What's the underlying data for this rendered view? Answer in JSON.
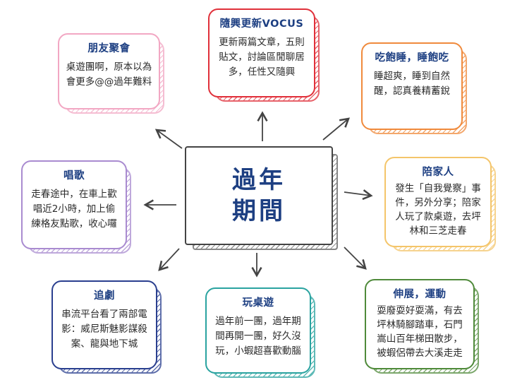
{
  "center": {
    "line1": "過年",
    "line2": "期間"
  },
  "boxes": [
    {
      "id": "friends",
      "title": "朋友聚會",
      "lines": [
        "桌遊團啊，原本以為",
        "會更多@@過年難料"
      ],
      "color": "#f2a7c3"
    },
    {
      "id": "update",
      "title": "隨興更新VOCUS",
      "lines": [
        "更新兩篇文章，五則",
        "貼文，討論區閒聊居",
        "多，任性又隨興"
      ],
      "color": "#e0303a"
    },
    {
      "id": "sleep",
      "title": "吃飽睡，睡飽吃",
      "lines": [
        "睡超爽，睡到自然",
        "醒，認真養精蓄銳"
      ],
      "color": "#f08a3c"
    },
    {
      "id": "sing",
      "title": "唱歌",
      "lines": [
        "走春途中，在車上歡",
        "唱近2小時，加上偷",
        "練格友點歌，收心囉"
      ],
      "color": "#a98bd0"
    },
    {
      "id": "family",
      "title": "陪家人",
      "lines": [
        "發生「自我覺察」事",
        "件，另外分享；陪家",
        "人玩了款桌遊，去坪",
        "林和三芝走春"
      ],
      "color": "#f4c56a"
    },
    {
      "id": "drama",
      "title": "追劇",
      "lines": [
        "串流平台看了兩部電",
        "影：威尼斯魅影謀殺",
        "案、龍與地下城"
      ],
      "color": "#2a3f8f"
    },
    {
      "id": "boardgame",
      "title": "玩桌遊",
      "lines": [
        "過年前一團，過年期",
        "間再開一團，好久沒",
        "玩，小蝦超喜歡動腦"
      ],
      "color": "#2aa3a0"
    },
    {
      "id": "exercise",
      "title": "伸展，運動",
      "lines": [
        "耍廢耍好耍滿，有去",
        "坪林騎腳踏車，石門",
        "嵩山百年梯田散步，",
        "被蝦侶帶去大溪走走"
      ],
      "color": "#4f8a3a"
    }
  ]
}
